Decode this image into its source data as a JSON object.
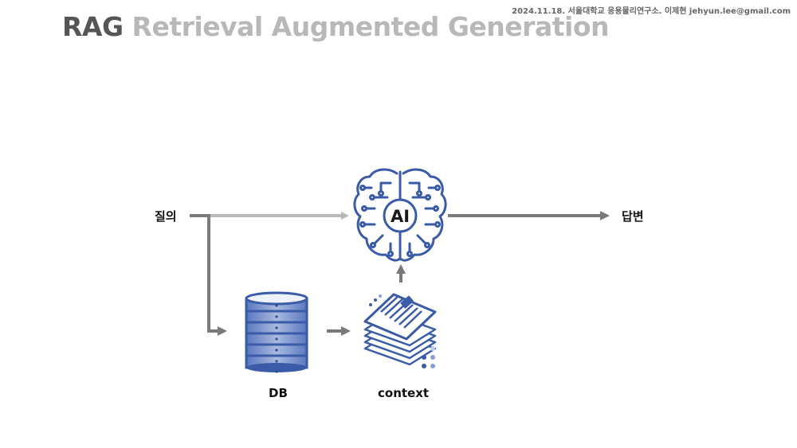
{
  "header": {
    "meta": "2024.11.18. 서울대학교 응용물리연구소. 이제현 jehyun.lee@gmail.com",
    "title_abbr": "RAG",
    "title_full": "Retrieval Augmented Generation"
  },
  "diagram": {
    "query_label": "질의",
    "answer_label": "답변",
    "ai_label": "AI",
    "db_label": "DB",
    "context_label": "context"
  },
  "colors": {
    "arrow_light": "#b9b9b9",
    "arrow_dark": "#7a7a7a",
    "icon_blue": "#3a5ba8",
    "icon_light": "#8aa0d4"
  }
}
